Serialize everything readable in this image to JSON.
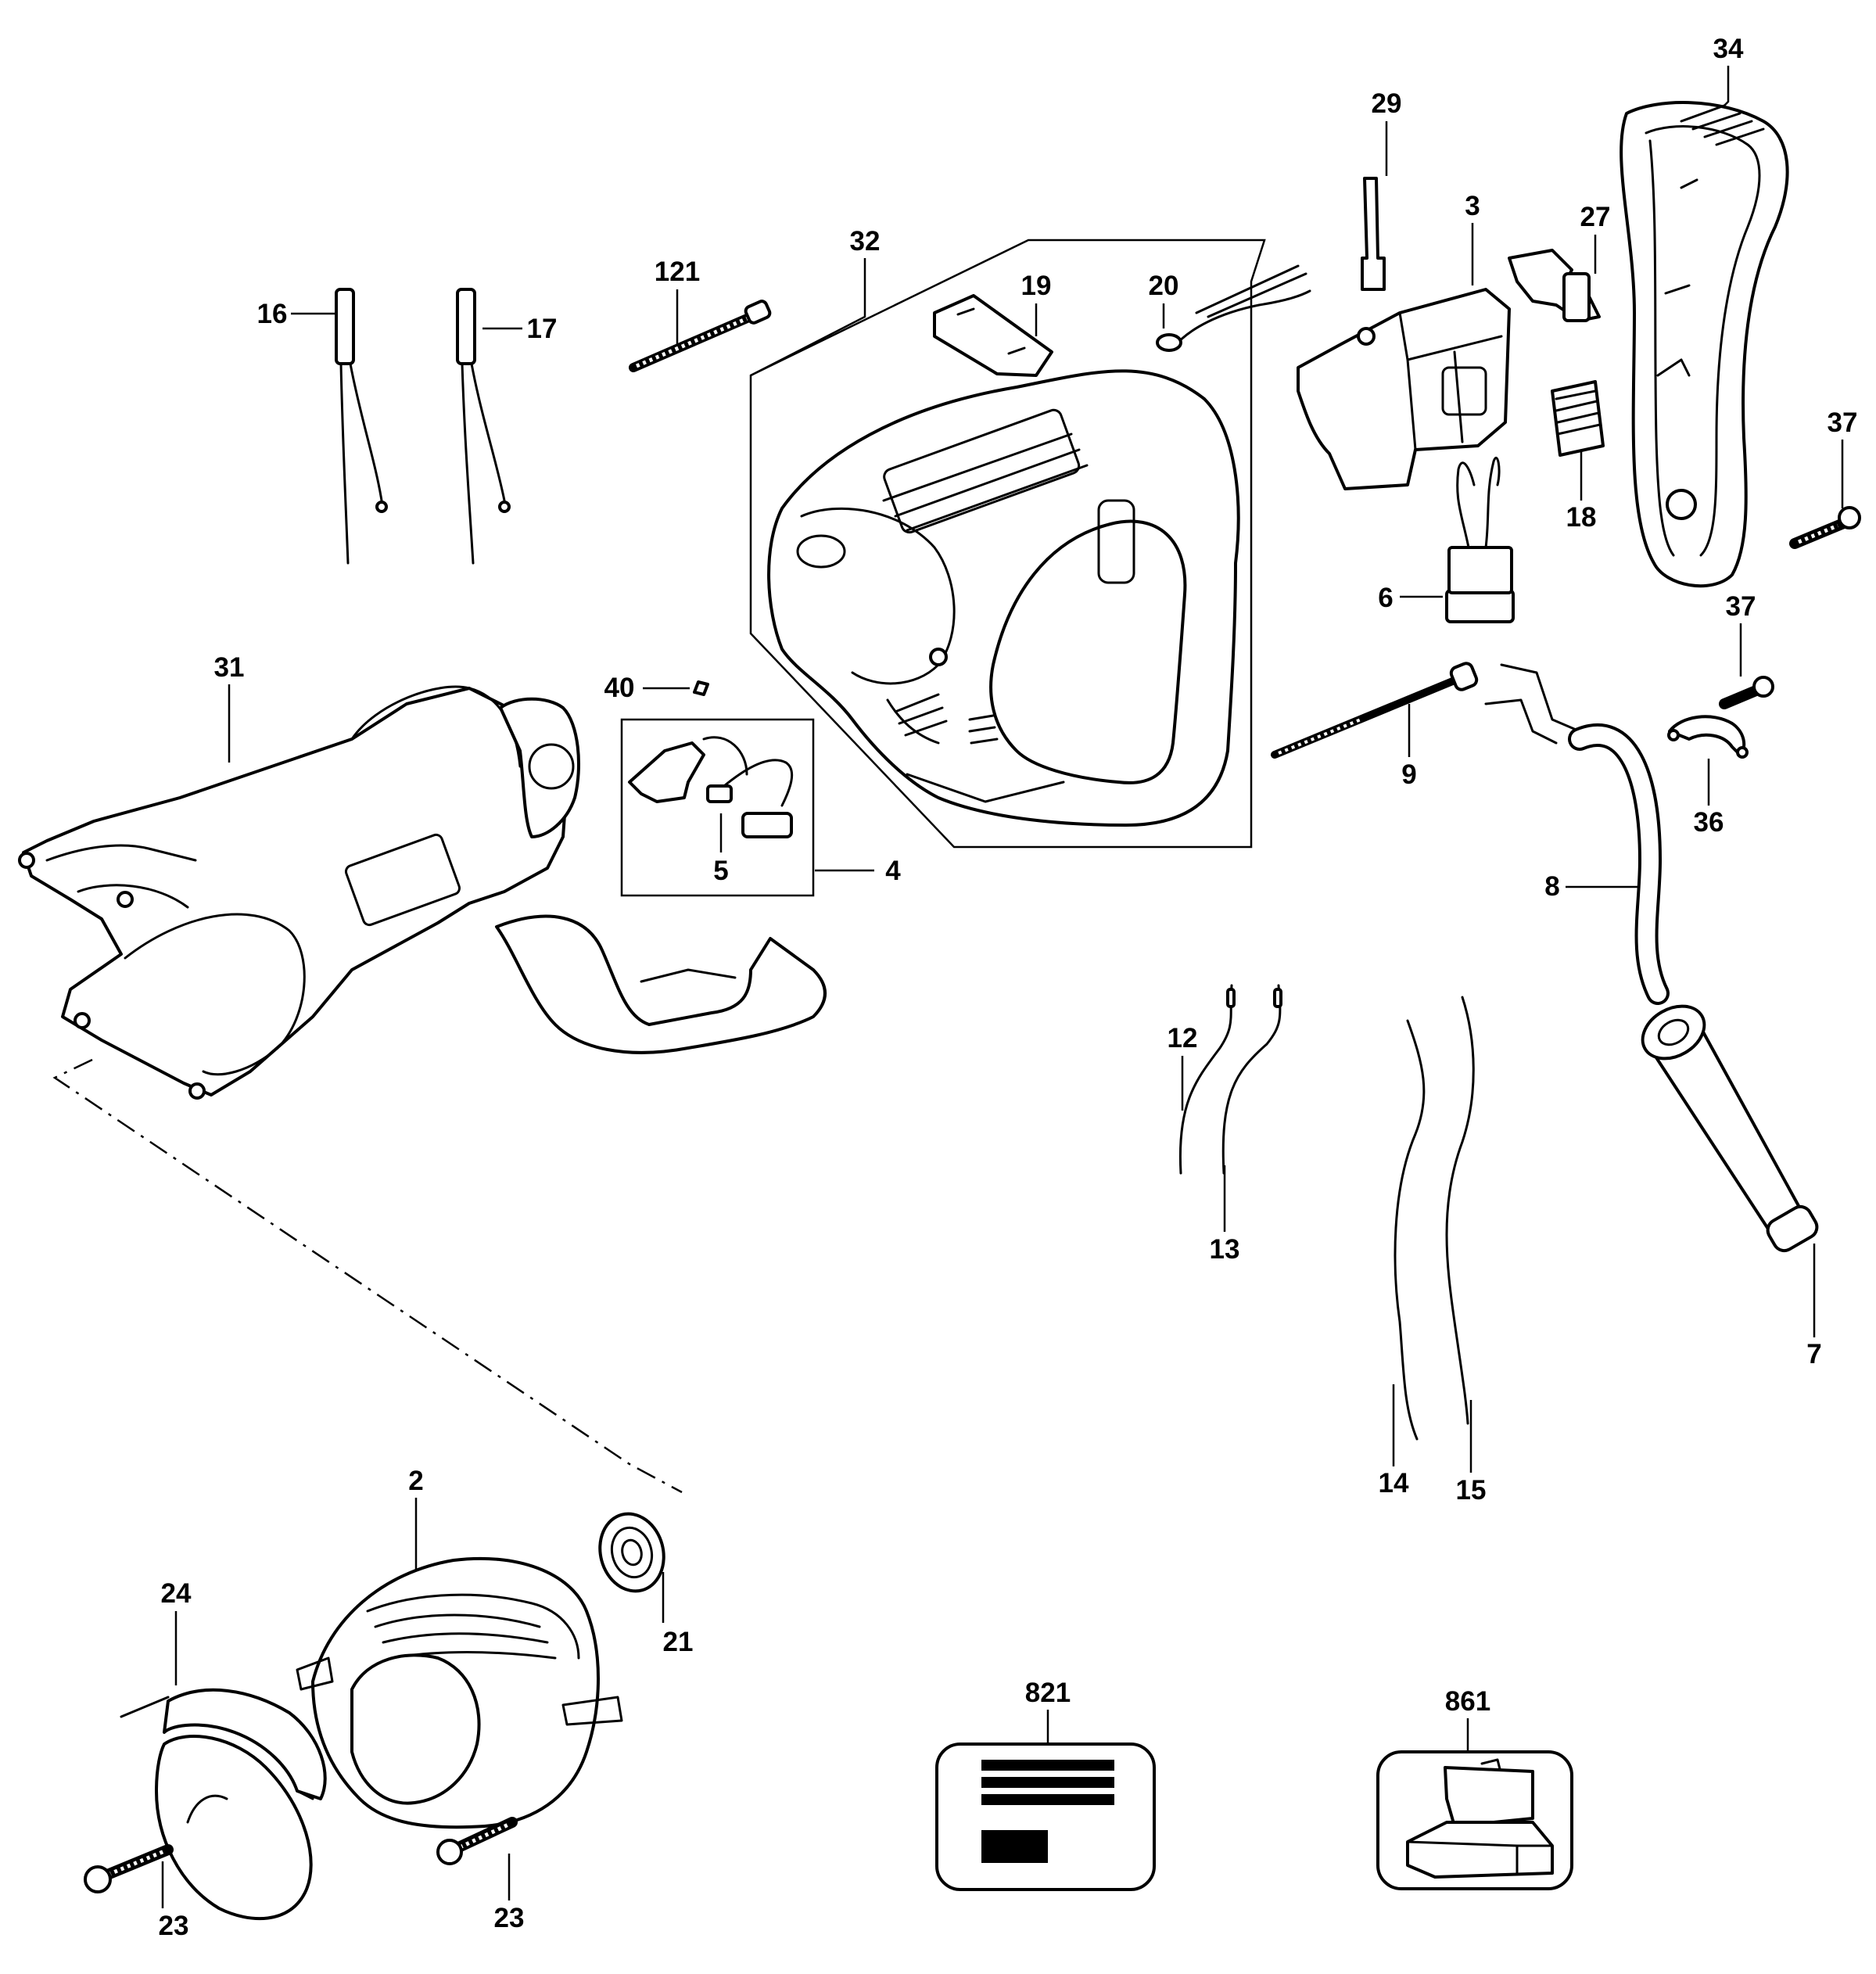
{
  "labels": {
    "p1": "2",
    "p2": "3",
    "p3": "4",
    "p4": "5",
    "p5": "6",
    "p6": "7",
    "p7": "8",
    "p8": "9",
    "p9": "12",
    "p10": "13",
    "p11": "14",
    "p12": "15",
    "p13": "16",
    "p14": "17",
    "p15": "18",
    "p16": "19",
    "p17": "20",
    "p18": "21",
    "p19": "23",
    "p20": "23",
    "p21": "24",
    "p22": "27",
    "p23": "29",
    "p24": "31",
    "p25": "32",
    "p26": "34",
    "p27": "36",
    "p28": "37",
    "p29": "37",
    "p30": "40",
    "p31": "121",
    "p32": "821",
    "p33": "861"
  }
}
